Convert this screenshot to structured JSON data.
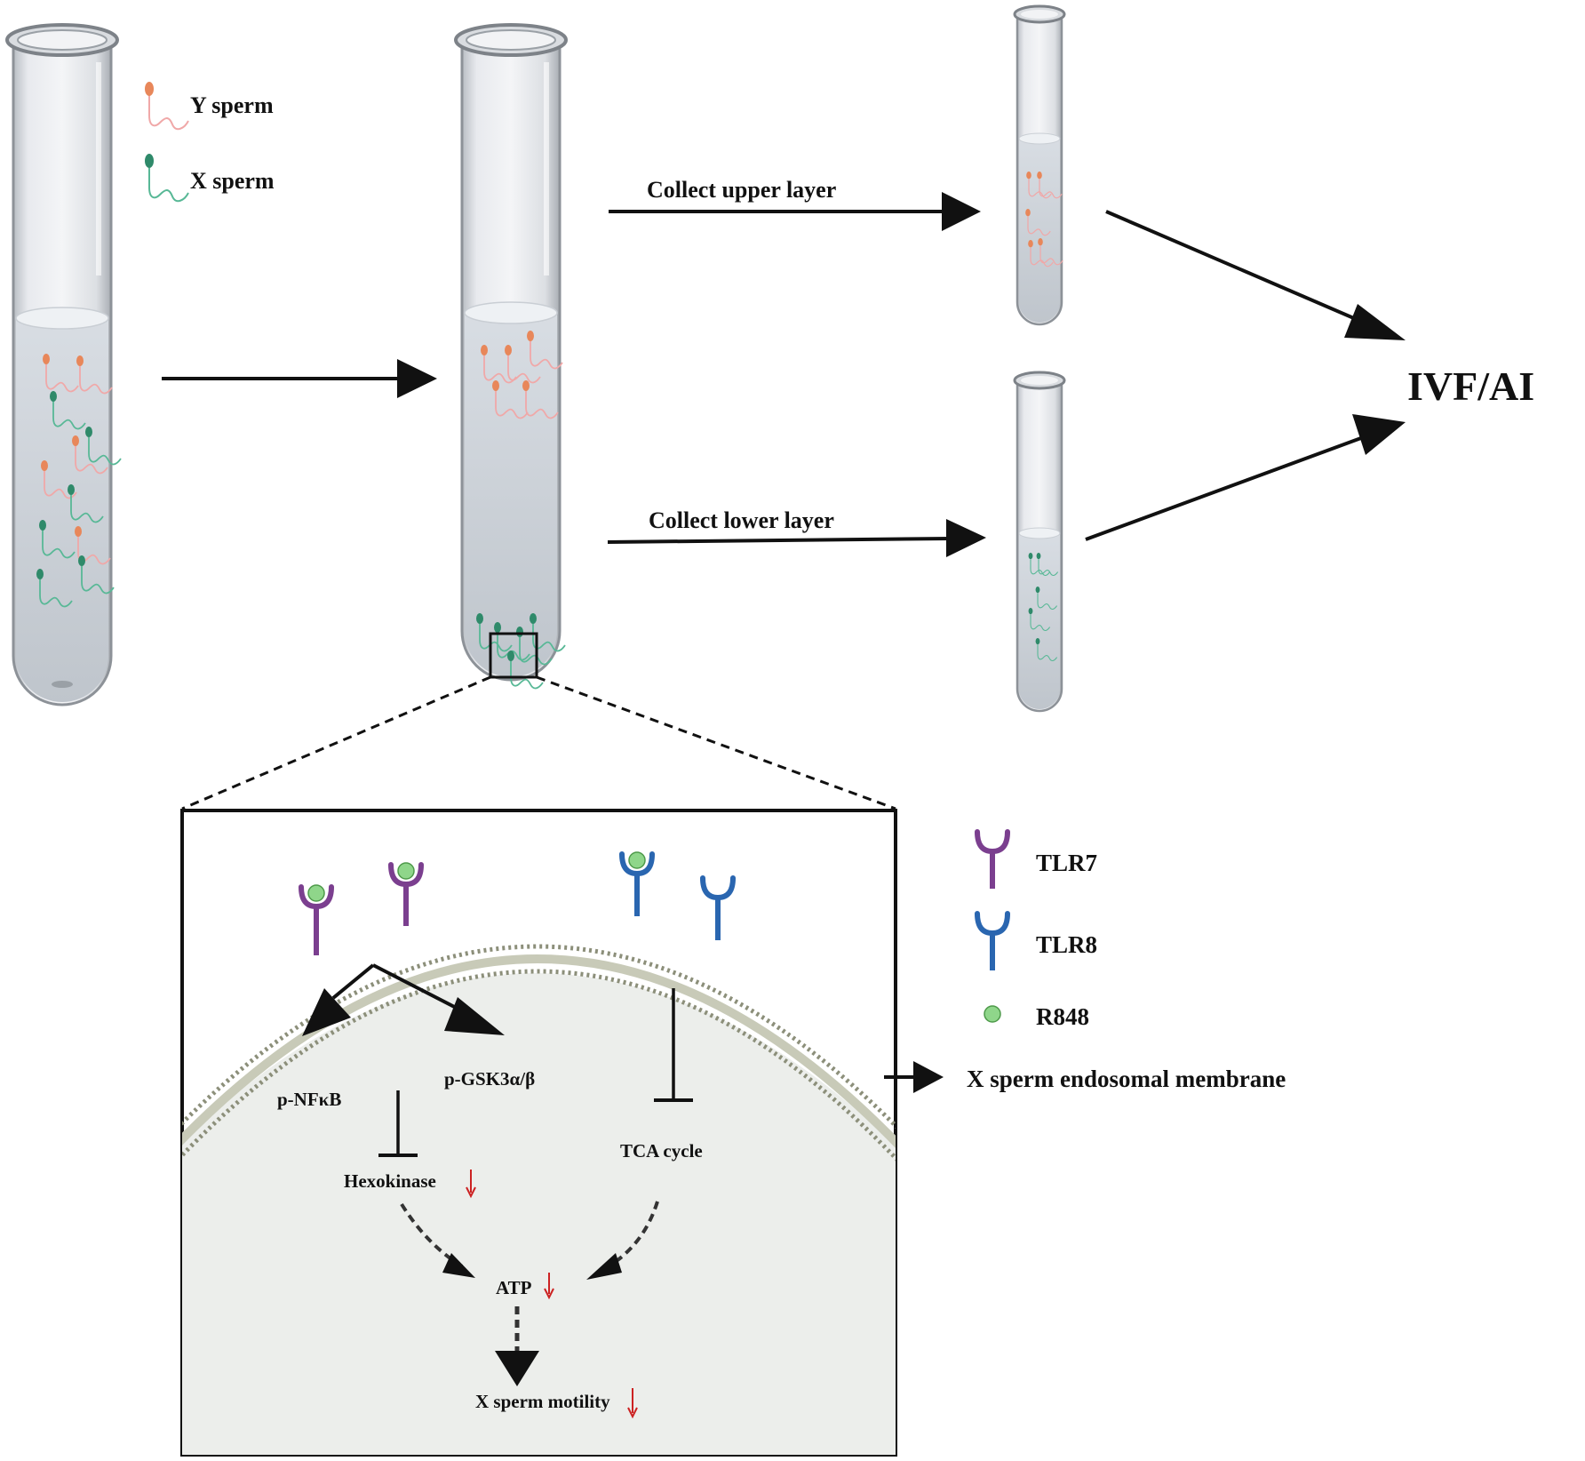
{
  "legend_top": {
    "y_sperm": "Y sperm",
    "x_sperm": "X sperm"
  },
  "arrows": {
    "upper": "Collect upper layer",
    "lower": "Collect lower layer"
  },
  "outcome": "IVF/AI",
  "legend_right": {
    "tlr7": "TLR7",
    "tlr8": "TLR8",
    "r848": "R848",
    "membrane": "X sperm endosomal membrane"
  },
  "pathway": {
    "p_nfkb": "p-NFκB",
    "p_gsk": "p-GSK3α/β",
    "hexokinase": "Hexokinase",
    "tca": "TCA cycle",
    "atp": "ATP",
    "motility": "X sperm motility"
  },
  "colors": {
    "y_sperm": "#e8875a",
    "x_sperm": "#2f8a6a",
    "tlr7": "#7b3f8f",
    "tlr8": "#2a66b0",
    "r848": "#8fd68a",
    "down_arrow": "#cc2222",
    "box_fill": "#eceeeb",
    "membrane": "#8c8f7a"
  }
}
